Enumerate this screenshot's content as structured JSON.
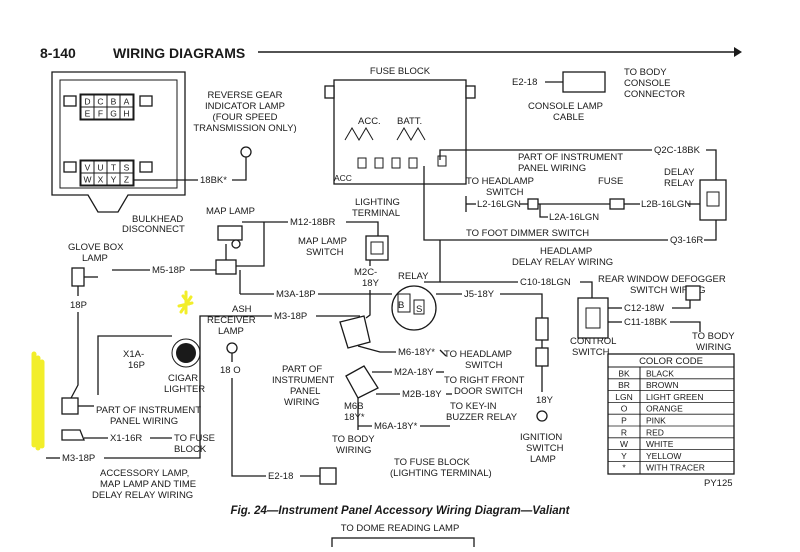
{
  "header": {
    "page_number": "8-140",
    "title": "WIRING DIAGRAMS"
  },
  "bulkhead": {
    "label": "BULKHEAD DISCONNECT",
    "upper_cells": [
      "D",
      "C",
      "B",
      "A",
      "E",
      "F",
      "G",
      "H"
    ],
    "lower_cells": [
      "V",
      "U",
      "T",
      "S",
      "W",
      "X",
      "Y",
      "Z"
    ]
  },
  "labels": {
    "reverse_lamp": [
      "REVERSE GEAR",
      "INDICATOR LAMP",
      "(FOUR SPEED",
      "TRANSMISSION ONLY)"
    ],
    "w_18bk_star": "18BK*",
    "fuse_block": "FUSE BLOCK",
    "acc": "ACC.",
    "batt": "BATT.",
    "acc_small": "ACC",
    "e2_18_top": "E2-18",
    "to_body_console": [
      "TO BODY",
      "CONSOLE",
      "CONNECTOR"
    ],
    "console_lamp_cable": [
      "CONSOLE LAMP",
      "CABLE"
    ],
    "q2c": "Q2C-18BK",
    "part_ip_wiring_top": [
      "PART OF INSTRUMENT",
      "PANEL WIRING"
    ],
    "to_headlamp_switch": [
      "TO HEADLAMP",
      "SWITCH"
    ],
    "fuse": "FUSE",
    "delay_relay": [
      "DELAY",
      "RELAY"
    ],
    "l2_16lgn": "L2-16LGN",
    "l2a_16lgn": "L2A-16LGN",
    "l2b_16lgn": "L2B-16LGN",
    "lighting_terminal": [
      "LIGHTING",
      "TERMINAL"
    ],
    "to_foot_dimmer": "TO FOOT DIMMER SWITCH",
    "q3_16r": "Q3-16R",
    "headlamp_delay_relay_wiring": [
      "HEADLAMP",
      "DELAY RELAY WIRING"
    ],
    "map_lamp": "MAP LAMP",
    "m12_18br": "M12-18BR",
    "map_lamp_switch": [
      "MAP LAMP",
      "SWITCH"
    ],
    "glove_box_lamp": [
      "GLOVE BOX",
      "LAMP"
    ],
    "m5_18p": "M5-18P",
    "m2c_18y": [
      "M2C-",
      "18Y"
    ],
    "relay": "RELAY",
    "c10_18lgn": "C10-18LGN",
    "rear_defogger": [
      "REAR WINDOW DEFOGGER",
      "SWITCH WIRING"
    ],
    "m3a_18p": "M3A-18P",
    "j5_18y": "J5-18Y",
    "w_18p": "18P",
    "ash_receiver_lamp": [
      "ASH",
      "RECEIVER",
      "LAMP"
    ],
    "m3_18p_mid": "M3-18P",
    "relay_b": "B",
    "relay_s": "S",
    "c12_18w": "C12-18W",
    "c11_18bk": "C11-18BK",
    "to_body_wiring_r": [
      "TO BODY",
      "WIRING"
    ],
    "control_switch": [
      "CONTROL",
      "SWITCH"
    ],
    "x1a_16p": [
      "X1A-",
      "16P"
    ],
    "cigar_lighter": [
      "CIGAR",
      "LIGHTER"
    ],
    "w_18o": "18 O",
    "m6_18y": "M6-18Y*",
    "to_headlamp_switch2": "TO HEADLAMP",
    "w_switch": "SWITCH",
    "part_ip_wiring_mid": [
      "PART OF",
      "INSTRUMENT",
      "PANEL",
      "WIRING"
    ],
    "m2a_18y": "M2A-18Y",
    "to_right_front_door": [
      "TO RIGHT FRONT",
      "DOOR SWITCH"
    ],
    "m2b_18y": "M2B-18Y",
    "m6b_18y": [
      "M6B",
      "18Y*"
    ],
    "to_key_in_buzzer": [
      "TO KEY-IN",
      "BUZZER RELAY"
    ],
    "m6a_18y": "M6A-18Y*",
    "w_18y": "18Y",
    "to_body_wiring_mid": [
      "TO BODY",
      "WIRING"
    ],
    "ignition_switch_lamp": [
      "IGNITION",
      "SWITCH",
      "LAMP"
    ],
    "part_ip_wiring_low": [
      "PART OF INSTRUMENT",
      "PANEL WIRING"
    ],
    "x1_16r": "X1-16R",
    "to_fuse_block": [
      "TO FUSE",
      "BLOCK"
    ],
    "m3_18p_low": "M3-18P",
    "e2_18_low": "E2-18",
    "to_fuse_block_lighting": [
      "TO FUSE BLOCK",
      "(LIGHTING TERMINAL)"
    ],
    "accessory_lamp": [
      "ACCESSORY LAMP,",
      "MAP LAMP AND TIME",
      "DELAY RELAY WIRING"
    ],
    "py125": "PY125",
    "caption": "Fig. 24—Instrument Panel Accessory Wiring Diagram—Valiant",
    "to_dome_reading_lamp": "TO DOME READING LAMP"
  },
  "color_code": {
    "title": "COLOR CODE",
    "rows": [
      {
        "code": "BK",
        "name": "BLACK"
      },
      {
        "code": "BR",
        "name": "BROWN"
      },
      {
        "code": "LGN",
        "name": "LIGHT GREEN"
      },
      {
        "code": "O",
        "name": "ORANGE"
      },
      {
        "code": "P",
        "name": "PINK"
      },
      {
        "code": "R",
        "name": "RED"
      },
      {
        "code": "W",
        "name": "WHITE"
      },
      {
        "code": "Y",
        "name": "YELLOW"
      },
      {
        "code": "*",
        "name": "WITH TRACER"
      }
    ]
  },
  "colors": {
    "ink": "#1a1a1a",
    "highlighter": "#f2ee2a"
  }
}
